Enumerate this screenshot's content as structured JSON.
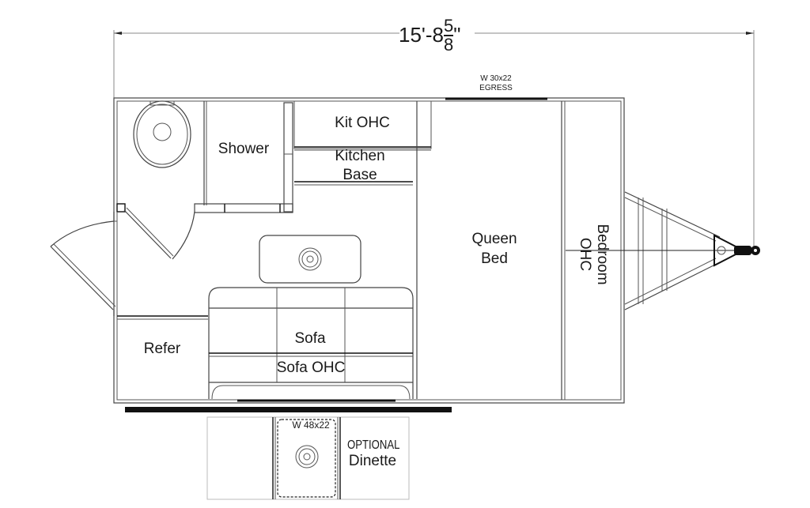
{
  "dimension": {
    "overall_length_whole": "15'-8",
    "overall_length_frac_num": "5",
    "overall_length_frac_den": "8",
    "overall_length_inch_mark": "\""
  },
  "windows": {
    "egress_size": "W 30x22",
    "egress_label": "EGRESS",
    "dinette_window": "W 48x22"
  },
  "rooms": {
    "shower": "Shower",
    "kit_ohc": "Kit OHC",
    "kitchen_base_line1": "Kitchen",
    "kitchen_base_line2": "Base",
    "queen_bed_line1": "Queen",
    "queen_bed_line2": "Bed",
    "bedroom_ohc_line1": "Bedroom",
    "bedroom_ohc_line2": "OHC",
    "refer": "Refer",
    "sofa": "Sofa",
    "sofa_ohc": "Sofa OHC",
    "optional_line1": "OPTIONAL",
    "optional_line2": "Dinette"
  },
  "colors": {
    "line": "#444444",
    "awning": "#111111",
    "background": "#ffffff"
  }
}
